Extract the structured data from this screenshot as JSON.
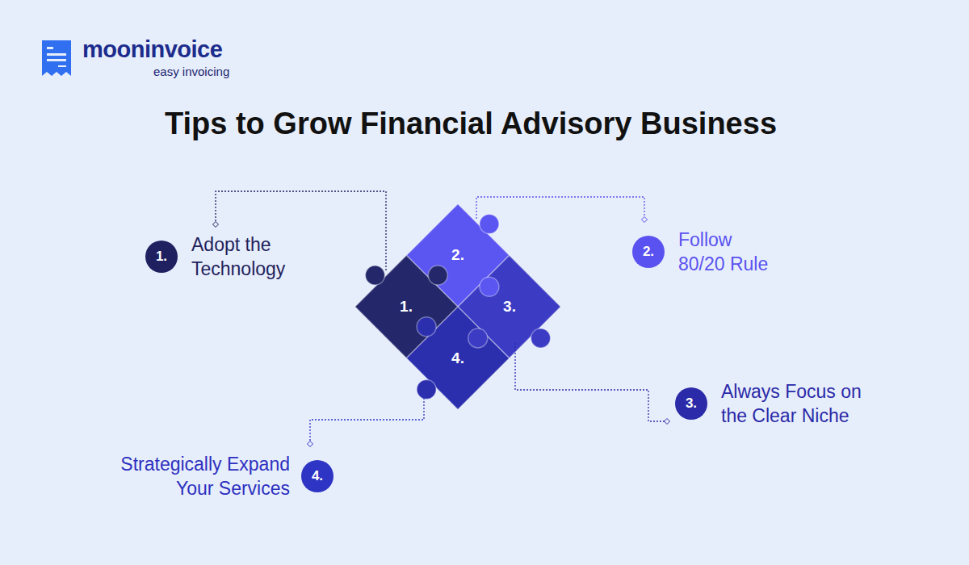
{
  "diagram": {
    "title": "Tips to Grow Financial Advisory Business",
    "nodes": [
      {
        "text": [
          "1.",
          "Adopt the Technology"
        ]
      },
      {
        "text": [
          "2.",
          "Follow 80/20 Rule"
        ]
      },
      {
        "text": [
          "1."
        ]
      },
      {
        "text": [
          "2."
        ]
      },
      {
        "text": [
          "3."
        ]
      },
      {
        "text": [
          "4."
        ]
      },
      {
        "text": [
          "3.",
          "Always Focus on the Clear Niche"
        ]
      },
      {
        "text": [
          "4.",
          "Strategically Expand Your Services"
        ]
      }
    ],
    "edges": [
      {
        "from": 2,
        "to": 0,
        "arrow": "none"
      },
      {
        "from": 3,
        "to": 1,
        "arrow": "none"
      },
      {
        "from": 4,
        "to": 6,
        "arrow": "none"
      },
      {
        "from": 5,
        "to": 7,
        "arrow": "none"
      }
    ],
    "labels": [
      "mooninvoice",
      "easy invoicing"
    ]
  }
}
